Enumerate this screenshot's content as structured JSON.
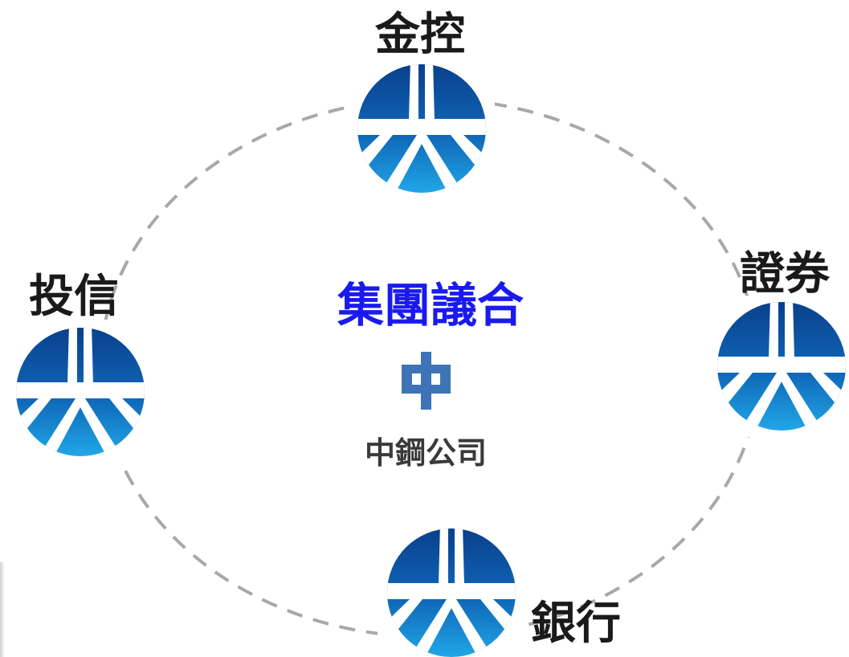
{
  "nodes": [
    {
      "id": "financial-holding",
      "label": "金控"
    },
    {
      "id": "securities",
      "label": "證券"
    },
    {
      "id": "bank",
      "label": "銀行"
    },
    {
      "id": "investment-trust",
      "label": "投信"
    }
  ],
  "center": {
    "title": "集團議合",
    "company": "中鋼公司",
    "logo": "china-steel-logo"
  },
  "colors": {
    "logo_dark": "#0a3f8c",
    "logo_mid": "#0f67b8",
    "logo_light": "#1ea3e4",
    "ring": "#a8a8a8",
    "title": "#1a1af0",
    "china_steel": "#3f73b8"
  }
}
